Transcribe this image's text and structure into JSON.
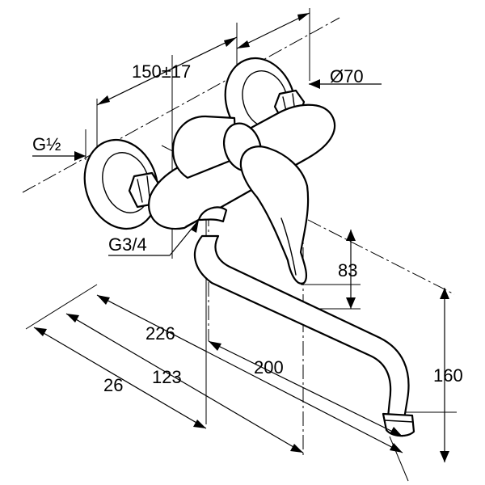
{
  "dimensions": {
    "spacing": "150±17",
    "rosette_diameter": "Ø70",
    "inlet_thread": "G½",
    "body_thread": "G3/4",
    "lever_height": "83",
    "spout_height": "160",
    "reach_226": "226",
    "reach_200": "200",
    "reach_123": "123",
    "reach_26": "26"
  }
}
